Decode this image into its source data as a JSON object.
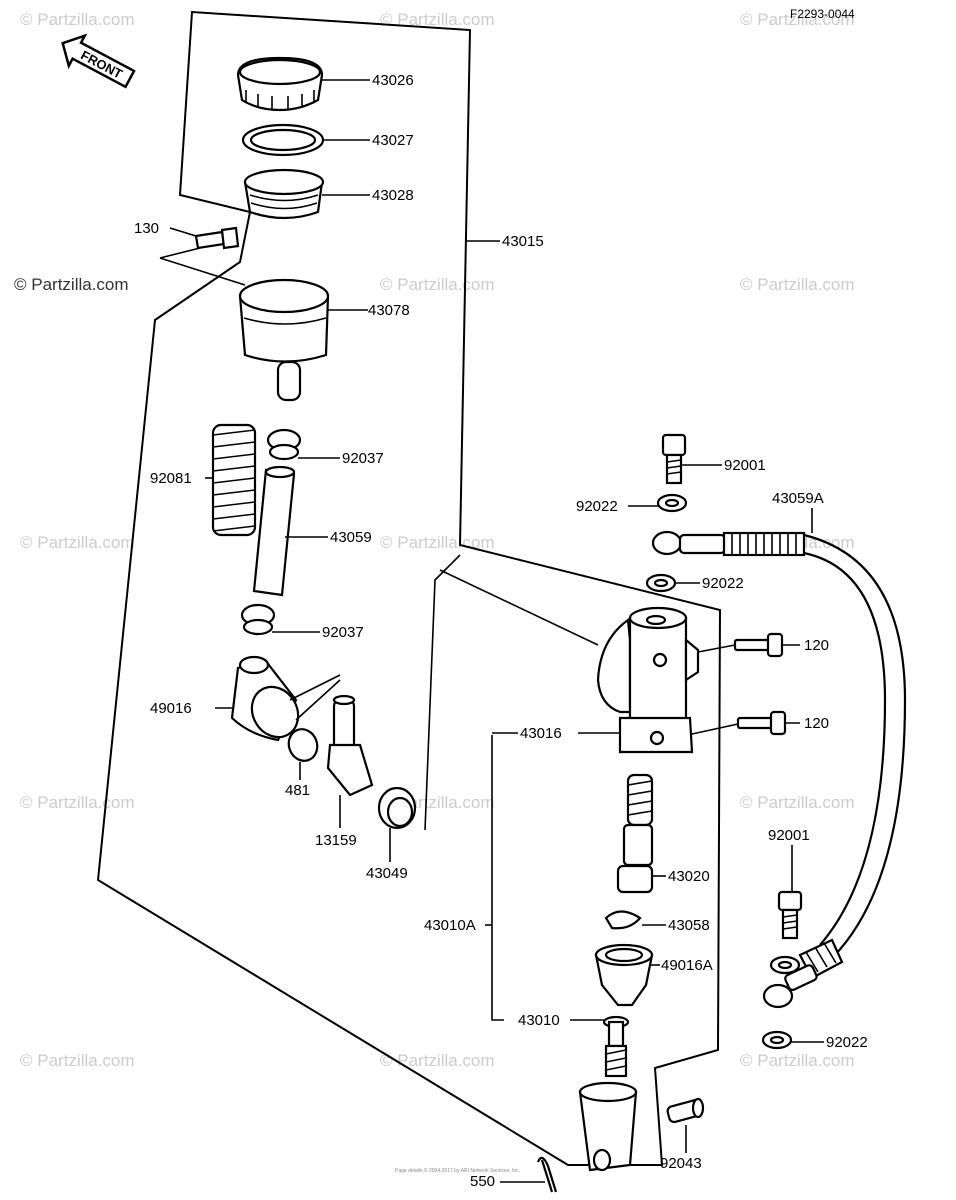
{
  "diagram_code": "F2293-0044",
  "front_label": "FRONT",
  "watermark": "© Partzilla.com",
  "main_watermark": "© Partzilla.com",
  "footer_fine_print": "Page details © 2004-2017 by ARI Network Services, Inc.",
  "labels": {
    "p43026": "43026",
    "p43027": "43027",
    "p43028": "43028",
    "p130": "130",
    "p43015": "43015",
    "p43078": "43078",
    "p92037a": "92037",
    "p92081": "92081",
    "p43059": "43059",
    "p92037b": "92037",
    "p49016": "49016",
    "p481": "481",
    "p13159": "13159",
    "p43049": "43049",
    "p92001a": "92001",
    "p92022a": "92022",
    "p43059A": "43059A",
    "p92022b": "92022",
    "p120a": "120",
    "p120b": "120",
    "p43016": "43016",
    "p43020": "43020",
    "p43058": "43058",
    "p43010A": "43010A",
    "p49016A": "49016A",
    "p43010": "43010",
    "p92001b": "92001",
    "p92022c": "92022",
    "p550": "550",
    "p92043": "92043"
  }
}
